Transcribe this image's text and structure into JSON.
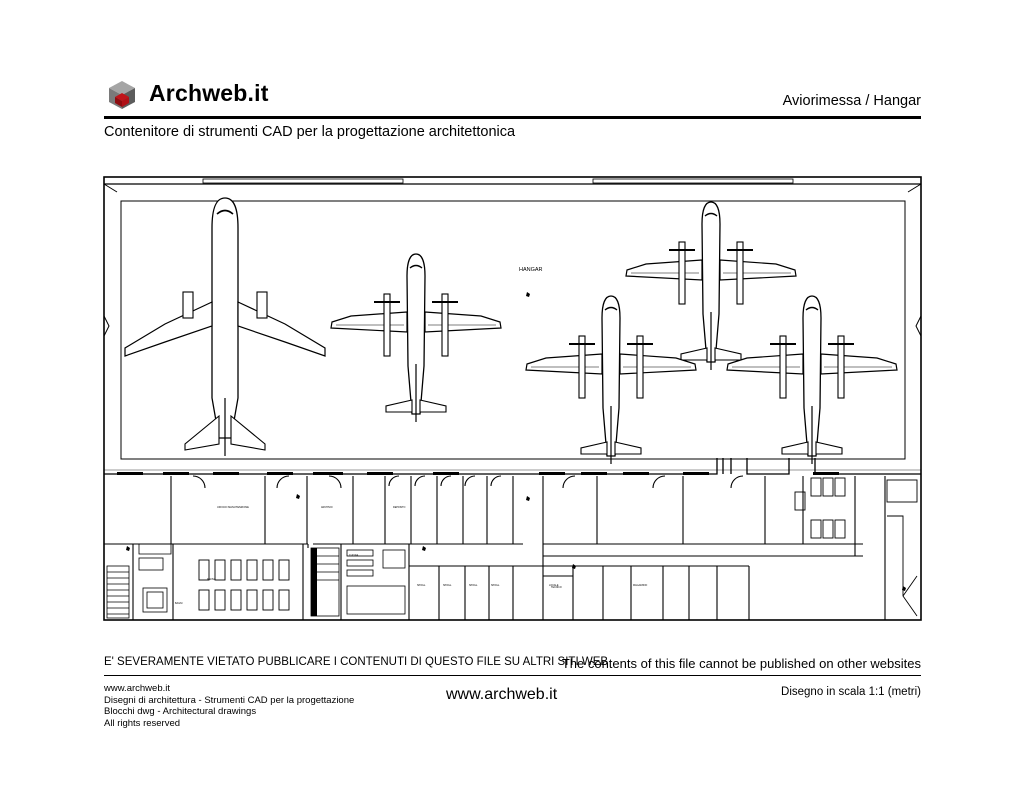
{
  "header": {
    "logo_text": "Archweb.it",
    "title": "Aviorimessa  /  Hangar",
    "subtitle": "Contenitore di strumenti CAD per la progettazione architettonica"
  },
  "drawing": {
    "hangar_label": "HANGAR",
    "room_label": "UFFICIO MANUTENZIONE",
    "aircraft": [
      "jet-airliner",
      "turboprop",
      "turboprop",
      "turboprop",
      "turboprop"
    ]
  },
  "footer": {
    "warning_it": "E' SEVERAMENTE VIETATO PUBBLICARE I CONTENUTI DI QUESTO FILE SU ALTRI SITI WEB",
    "warning_en": "The contents of this file cannot be published on other websites",
    "line1": "www.archweb.it",
    "line2": "Disegni di architettura - Strumenti CAD  per la progettazione",
    "line3": "Blocchi dwg - Architectural drawings",
    "line4": "All rights reserved",
    "site": "www.archweb.it",
    "scale": "Disegno in scala 1:1 (metri)"
  },
  "colors": {
    "logo_red": "#c0141a",
    "logo_grey": "#8a8a8a",
    "ink": "#000000"
  },
  "icons": {
    "logo": "cube-logo-icon"
  }
}
